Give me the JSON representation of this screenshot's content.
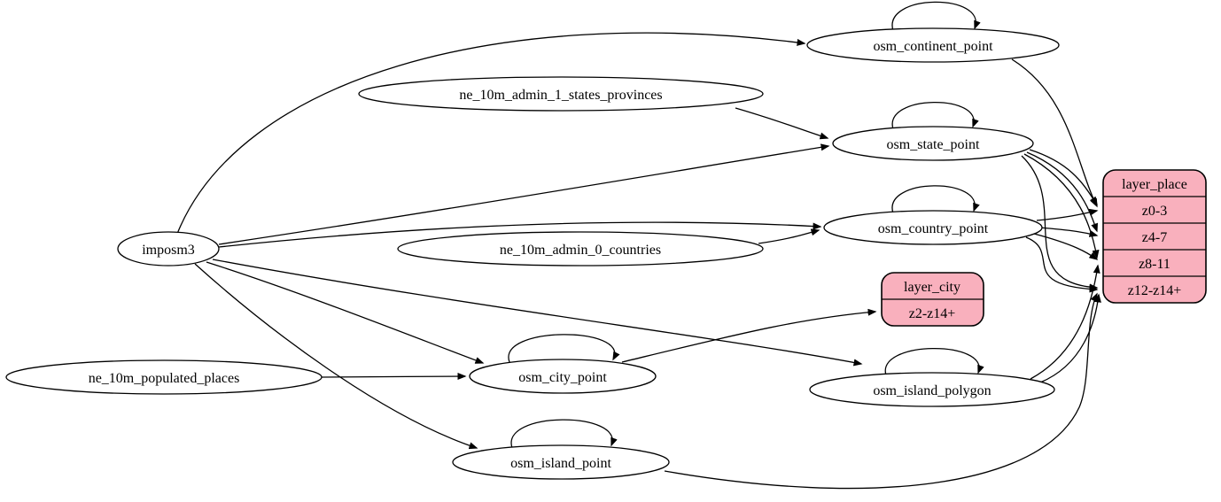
{
  "diagram": {
    "kind": "etl-dependency-graph",
    "colors": {
      "background": "#ffffff",
      "node_fill": "#ffffff",
      "record_fill": "#f9b0bd",
      "stroke": "#000000"
    }
  },
  "nodes": {
    "imposm3": "imposm3",
    "ne_10m_admin_1_states_provinces": "ne_10m_admin_1_states_provinces",
    "ne_10m_admin_0_countries": "ne_10m_admin_0_countries",
    "ne_10m_populated_places": "ne_10m_populated_places",
    "osm_continent_point": "osm_continent_point",
    "osm_state_point": "osm_state_point",
    "osm_country_point": "osm_country_point",
    "osm_city_point": "osm_city_point",
    "osm_island_polygon": "osm_island_polygon",
    "osm_island_point": "osm_island_point"
  },
  "records": {
    "layer_city": {
      "title": "layer_city",
      "rows": [
        "z2-z14+"
      ]
    },
    "layer_place": {
      "title": "layer_place",
      "rows": [
        "z0-3",
        "z4-7",
        "z8-11",
        "z12-z14+"
      ]
    }
  },
  "edges": [
    {
      "from": "imposm3",
      "to": "osm_continent_point"
    },
    {
      "from": "imposm3",
      "to": "osm_state_point"
    },
    {
      "from": "imposm3",
      "to": "osm_country_point"
    },
    {
      "from": "imposm3",
      "to": "osm_city_point"
    },
    {
      "from": "imposm3",
      "to": "osm_island_polygon"
    },
    {
      "from": "imposm3",
      "to": "osm_island_point"
    },
    {
      "from": "ne_10m_admin_1_states_provinces",
      "to": "osm_state_point"
    },
    {
      "from": "ne_10m_admin_0_countries",
      "to": "osm_country_point"
    },
    {
      "from": "ne_10m_populated_places",
      "to": "osm_city_point"
    },
    {
      "from": "osm_continent_point",
      "to": "osm_continent_point"
    },
    {
      "from": "osm_state_point",
      "to": "osm_state_point"
    },
    {
      "from": "osm_country_point",
      "to": "osm_country_point"
    },
    {
      "from": "osm_city_point",
      "to": "osm_city_point"
    },
    {
      "from": "osm_island_polygon",
      "to": "osm_island_polygon"
    },
    {
      "from": "osm_island_point",
      "to": "osm_island_point"
    },
    {
      "from": "osm_continent_point",
      "to": "layer_place:z0-3"
    },
    {
      "from": "osm_state_point",
      "to": "layer_place:z0-3"
    },
    {
      "from": "osm_state_point",
      "to": "layer_place:z4-7"
    },
    {
      "from": "osm_state_point",
      "to": "layer_place:z8-11"
    },
    {
      "from": "osm_state_point",
      "to": "layer_place:z12-z14+"
    },
    {
      "from": "osm_country_point",
      "to": "layer_place:z0-3"
    },
    {
      "from": "osm_country_point",
      "to": "layer_place:z4-7"
    },
    {
      "from": "osm_country_point",
      "to": "layer_place:z8-11"
    },
    {
      "from": "osm_country_point",
      "to": "layer_place:z12-z14+"
    },
    {
      "from": "osm_island_polygon",
      "to": "layer_place:z8-11"
    },
    {
      "from": "osm_island_polygon",
      "to": "layer_place:z12-z14+"
    },
    {
      "from": "osm_island_point",
      "to": "layer_place:z12-z14+"
    },
    {
      "from": "osm_city_point",
      "to": "layer_city:z2-z14+"
    }
  ]
}
